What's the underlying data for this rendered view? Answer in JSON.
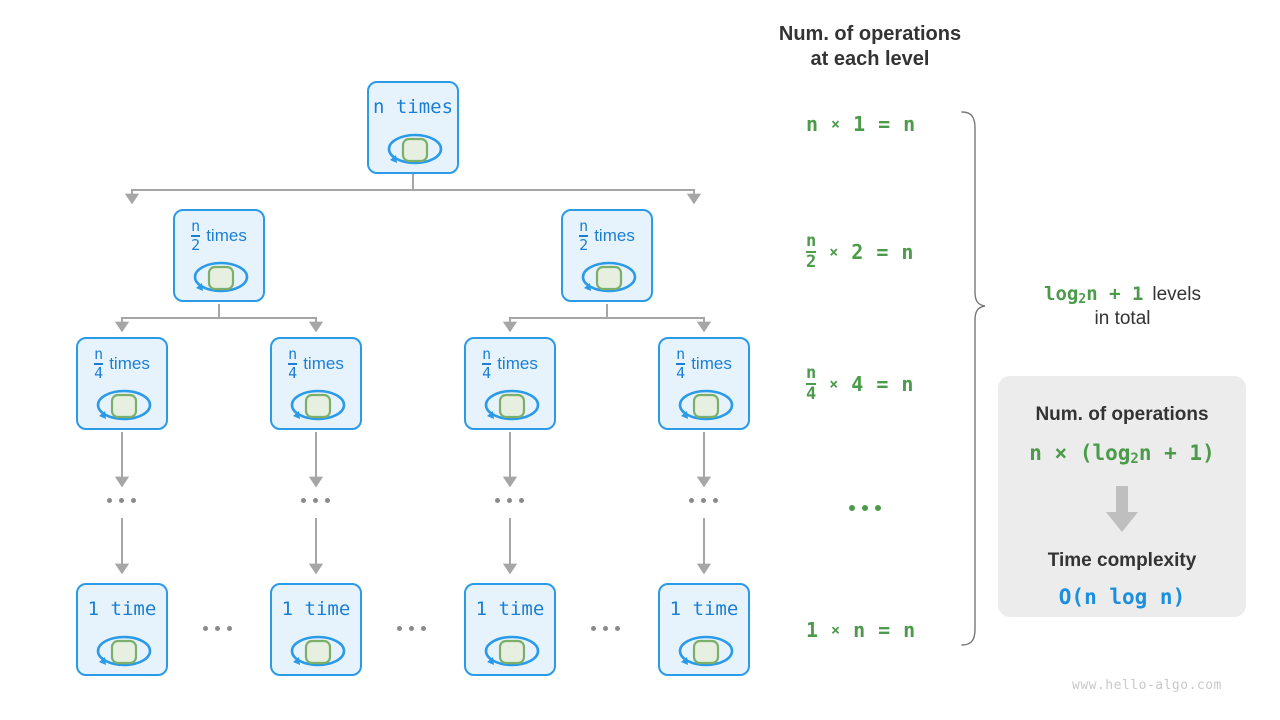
{
  "colors": {
    "node_fill": "#e7f3fc",
    "node_border": "#2b9ae8",
    "node_text": "#1a7fd4",
    "inner_square_fill": "#e6efe0",
    "inner_square_border": "#7cb06a",
    "loop_arrow": "#2b9ae8",
    "connector": "#a6a6a6",
    "formula_green": "#4b9b4b",
    "heading_dark": "#333333",
    "summary_box_bg": "#ececec",
    "complexity_blue": "#1a8fe0",
    "watermark": "#c8c8c8"
  },
  "headers": {
    "operations_title_line1": "Num. of operations",
    "operations_title_line2": "at each level"
  },
  "tree": {
    "levels": [
      {
        "level": 1,
        "nodes": [
          {
            "label_numerator": "n",
            "label_denominator": "",
            "label_text": "n times",
            "is_fraction": false,
            "icon": "loop-arrow-icon"
          }
        ]
      },
      {
        "level": 2,
        "nodes": [
          {
            "label_numerator": "n",
            "label_denominator": "2",
            "label_text": "times",
            "is_fraction": true,
            "icon": "loop-arrow-icon"
          },
          {
            "label_numerator": "n",
            "label_denominator": "2",
            "label_text": "times",
            "is_fraction": true,
            "icon": "loop-arrow-icon"
          }
        ]
      },
      {
        "level": 3,
        "nodes": [
          {
            "label_numerator": "n",
            "label_denominator": "4",
            "label_text": "times",
            "is_fraction": true,
            "icon": "loop-arrow-icon"
          },
          {
            "label_numerator": "n",
            "label_denominator": "4",
            "label_text": "times",
            "is_fraction": true,
            "icon": "loop-arrow-icon"
          },
          {
            "label_numerator": "n",
            "label_denominator": "4",
            "label_text": "times",
            "is_fraction": true,
            "icon": "loop-arrow-icon"
          },
          {
            "label_numerator": "n",
            "label_denominator": "4",
            "label_text": "times",
            "is_fraction": true,
            "icon": "loop-arrow-icon"
          }
        ]
      },
      {
        "level": 4,
        "nodes": [
          {
            "label_text": "1 time",
            "is_fraction": false,
            "icon": "loop-arrow-icon"
          },
          {
            "label_text": "1 time",
            "is_fraction": false,
            "icon": "loop-arrow-icon"
          },
          {
            "label_text": "1 time",
            "is_fraction": false,
            "icon": "loop-arrow-icon"
          },
          {
            "label_text": "1 time",
            "is_fraction": false,
            "icon": "loop-arrow-icon"
          }
        ]
      }
    ],
    "ellipsis_label": "..."
  },
  "operations_per_level": [
    {
      "left_numerator": "n",
      "left_denominator": "",
      "is_fraction": false,
      "op": "×",
      "factor": "1",
      "equals": "=",
      "result": "n"
    },
    {
      "left_numerator": "n",
      "left_denominator": "2",
      "is_fraction": true,
      "op": "×",
      "factor": "2",
      "equals": "=",
      "result": "n"
    },
    {
      "left_numerator": "n",
      "left_denominator": "4",
      "is_fraction": true,
      "op": "×",
      "factor": "4",
      "equals": "=",
      "result": "n"
    },
    {
      "ellipsis": "..."
    },
    {
      "left_numerator": "1",
      "left_denominator": "",
      "is_fraction": false,
      "op": "×",
      "factor": "n",
      "equals": "=",
      "result": "n"
    }
  ],
  "levels_note": {
    "formula_log": "log",
    "formula_sub": "2",
    "formula_rest": "n + 1",
    "suffix": " levels",
    "line2": "in total"
  },
  "summary": {
    "title_operations": "Num. of operations",
    "operations_prefix": "n × (log",
    "operations_sub": "2",
    "operations_suffix": "n + 1)",
    "arrow_icon": "down-arrow-icon",
    "title_complexity": "Time complexity",
    "complexity_value": "O(n log n)"
  },
  "watermark": "www.hello-algo.com"
}
